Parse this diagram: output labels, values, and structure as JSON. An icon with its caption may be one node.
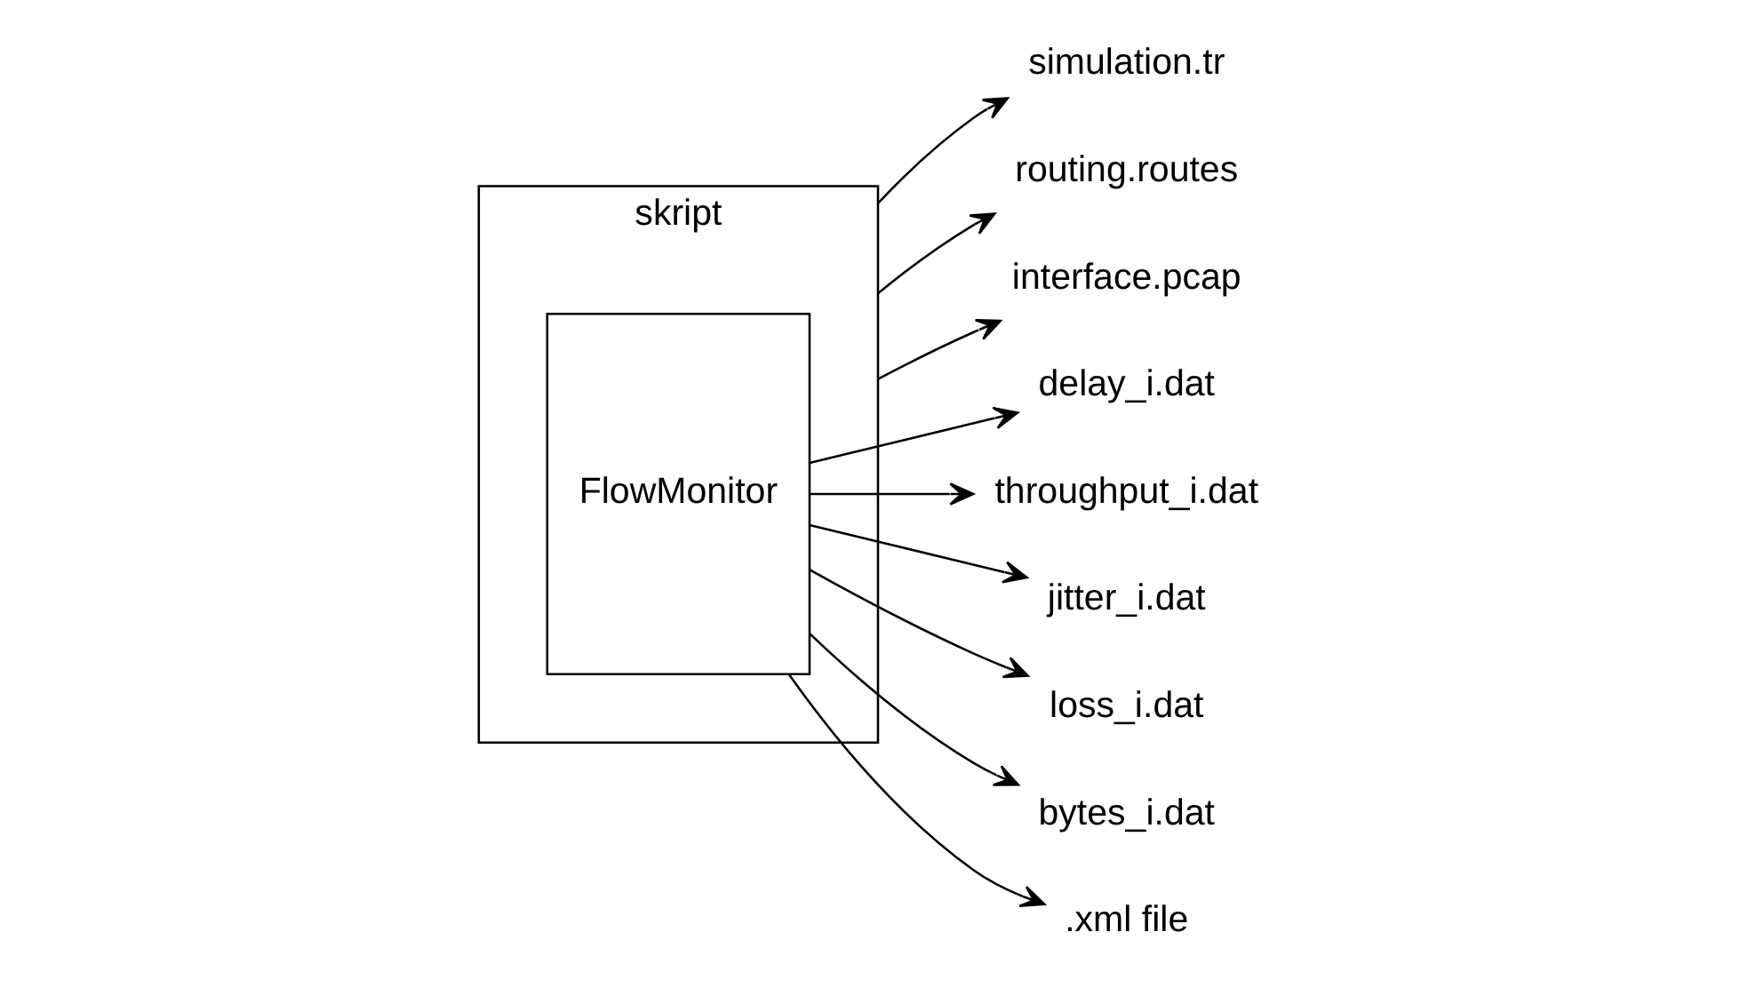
{
  "diagram": {
    "nodes": [
      {
        "text": [
          "skript"
        ]
      },
      {
        "text": [
          "FlowMonitor"
        ],
        "in": 0
      },
      {
        "text": [
          "simulation.tr"
        ]
      },
      {
        "text": [
          "routing.routes"
        ]
      },
      {
        "text": [
          "interface.pcap"
        ]
      },
      {
        "text": [
          "delay_i.dat"
        ]
      },
      {
        "text": [
          "throughput_i.dat"
        ]
      },
      {
        "text": [
          "jitter_i.dat"
        ]
      },
      {
        "text": [
          "loss_i.dat"
        ]
      },
      {
        "text": [
          "bytes_i.dat"
        ]
      },
      {
        "text": [
          ".xml file"
        ]
      }
    ],
    "edges": [
      {
        "from": 0,
        "to": 2,
        "arrow": "to"
      },
      {
        "from": 0,
        "to": 3,
        "arrow": "to"
      },
      {
        "from": 0,
        "to": 4,
        "arrow": "to"
      },
      {
        "from": 1,
        "to": 5,
        "arrow": "to"
      },
      {
        "from": 1,
        "to": 6,
        "arrow": "to"
      },
      {
        "from": 1,
        "to": 7,
        "arrow": "to"
      },
      {
        "from": 1,
        "to": 8,
        "arrow": "to"
      },
      {
        "from": 1,
        "to": 9,
        "arrow": "to"
      },
      {
        "from": 1,
        "to": 10,
        "arrow": "to"
      }
    ]
  }
}
